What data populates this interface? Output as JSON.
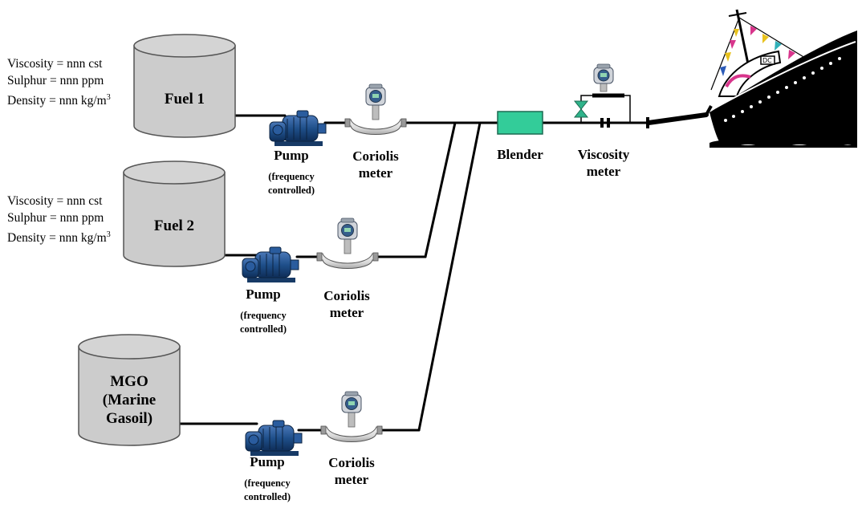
{
  "tanks": {
    "fuel1": {
      "label": "Fuel 1"
    },
    "fuel2": {
      "label": "Fuel 2"
    },
    "mgo": {
      "line1": "MGO",
      "line2": "(Marine",
      "line3": "Gasoil)"
    }
  },
  "specs": {
    "fuel1": {
      "viscosity": "Viscosity = nnn cst",
      "sulphur": "Sulphur = nnn ppm",
      "density": "Density = nnn kg/m",
      "density_sup": "3"
    },
    "fuel2": {
      "viscosity": "Viscosity = nnn cst",
      "sulphur": "Sulphur = nnn ppm",
      "density": "Density = nnn kg/m",
      "density_sup": "3"
    }
  },
  "labels": {
    "pump": "Pump",
    "pump_note_1": "(frequency",
    "pump_note_2": "controlled)",
    "coriolis_1": "Coriolis",
    "coriolis_2": "meter",
    "blender": "Blender",
    "viscosity_1": "Viscosity",
    "viscosity_2": "meter"
  },
  "colors": {
    "tank_fill": "#cccccc",
    "pump_blue": "#1f4f8a",
    "blender_green": "#33cc99",
    "valve_green": "#2fb38a",
    "ship_black": "#000000"
  },
  "icons": [
    "storage-tank-icon",
    "pump-icon",
    "coriolis-meter-icon",
    "blender-icon",
    "valve-icon",
    "viscosity-meter-icon",
    "ship-icon"
  ]
}
